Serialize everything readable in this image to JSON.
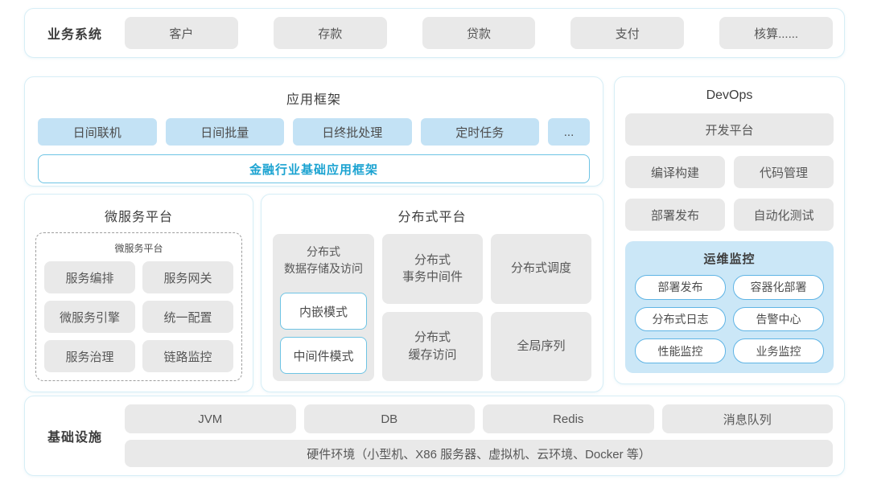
{
  "palette": {
    "panel_border": "#d7eef6",
    "gray_box": "#e9e9e9",
    "blue_box": "#c3e2f5",
    "monitor_bg": "#cbe7f7",
    "blue_border": "#5fb4e5",
    "accent_text": "#1ba3d1",
    "body_text": "#555555"
  },
  "business": {
    "label": "业务系统",
    "items": [
      "客户",
      "存款",
      "贷款",
      "支付",
      "核算......"
    ]
  },
  "app_framework": {
    "title": "应用框架",
    "items": [
      "日间联机",
      "日间批量",
      "日终批处理",
      "定时任务",
      "..."
    ],
    "base_bar": "金融行业基础应用框架"
  },
  "microservice": {
    "title": "微服务平台",
    "inner_title": "微服务平台",
    "items": [
      "服务编排",
      "服务网关",
      "微服务引擎",
      "统一配置",
      "服务治理",
      "链路监控"
    ]
  },
  "distributed": {
    "title": "分布式平台",
    "storage": {
      "title": "分布式\n数据存储及访问",
      "modes": [
        "内嵌模式",
        "中间件模式"
      ]
    },
    "cells": [
      "分布式\n事务中间件",
      "分布式调度",
      "分布式\n缓存访问",
      "全局序列"
    ]
  },
  "devops": {
    "title": "DevOps",
    "platform": "开发平台",
    "tools": [
      "编译构建",
      "代码管理",
      "部署发布",
      "自动化测试"
    ],
    "monitoring": {
      "title": "运维监控",
      "items": [
        "部署发布",
        "容器化部署",
        "分布式日志",
        "告警中心",
        "性能监控",
        "业务监控"
      ]
    }
  },
  "infrastructure": {
    "label": "基础设施",
    "items": [
      "JVM",
      "DB",
      "Redis",
      "消息队列"
    ],
    "hardware": "硬件环境（小型机、X86 服务器、虚拟机、云环境、Docker 等）"
  }
}
